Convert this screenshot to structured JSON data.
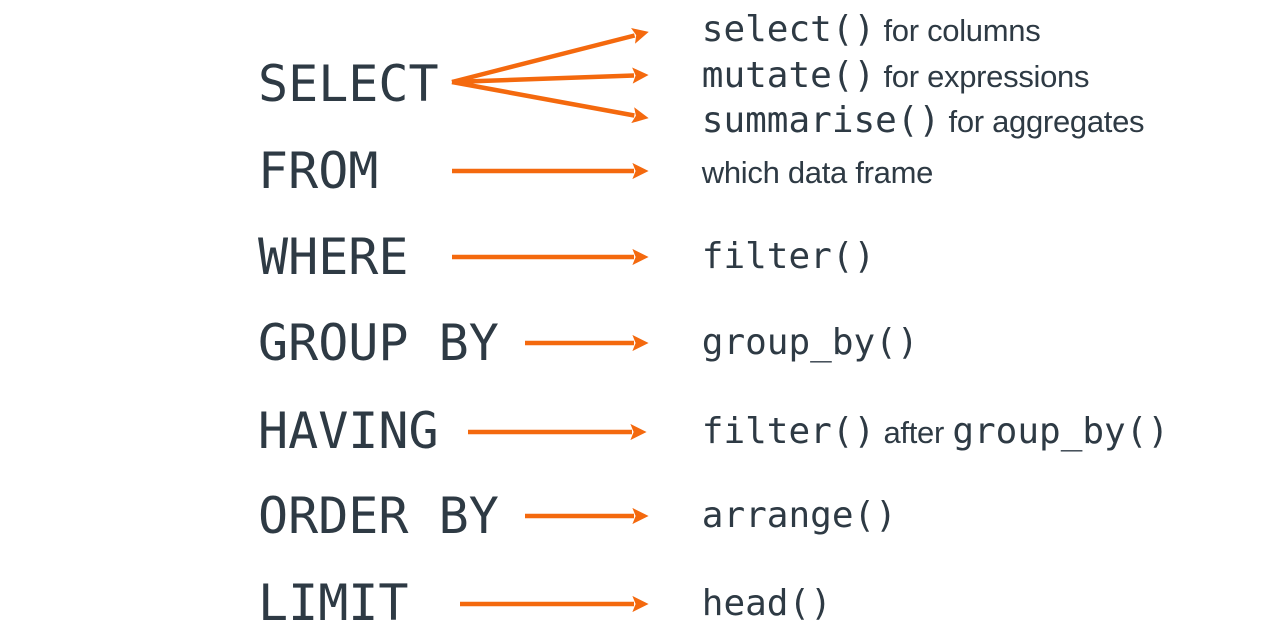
{
  "colors": {
    "background": "#FFFFFF",
    "ink": "#2E3A44",
    "arrow": "#F4690E"
  },
  "rows": [
    {
      "keyword": "SELECT",
      "targets": [
        {
          "code": "select()",
          "note": " for columns"
        },
        {
          "code": "mutate()",
          "note": " for expressions"
        },
        {
          "code": "summarise()",
          "note": " for aggregates"
        }
      ]
    },
    {
      "keyword": "FROM",
      "targets": [
        {
          "code": "",
          "note": "which data frame"
        }
      ]
    },
    {
      "keyword": "WHERE",
      "targets": [
        {
          "code": "filter()",
          "note": ""
        }
      ]
    },
    {
      "keyword": "GROUP BY",
      "targets": [
        {
          "code": "group_by()",
          "note": ""
        }
      ]
    },
    {
      "keyword": "HAVING",
      "targets": [
        {
          "code": "filter()",
          "note": " after ",
          "code2": "group_by()"
        }
      ]
    },
    {
      "keyword": "ORDER BY",
      "targets": [
        {
          "code": "arrange()",
          "note": ""
        }
      ]
    },
    {
      "keyword": "LIMIT",
      "targets": [
        {
          "code": "head()",
          "note": ""
        }
      ]
    }
  ]
}
